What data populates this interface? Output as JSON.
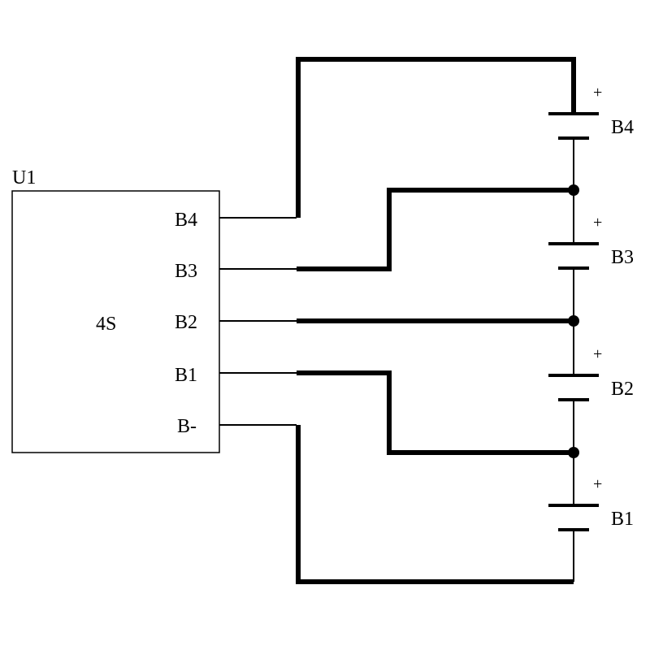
{
  "module": {
    "ref": "U1",
    "name": "4S",
    "pins": [
      "B4",
      "B3",
      "B2",
      "B1",
      "B-"
    ]
  },
  "cells": [
    {
      "label": "B4",
      "polarity": "+"
    },
    {
      "label": "B3",
      "polarity": "+"
    },
    {
      "label": "B2",
      "polarity": "+"
    },
    {
      "label": "B1",
      "polarity": "+"
    }
  ]
}
